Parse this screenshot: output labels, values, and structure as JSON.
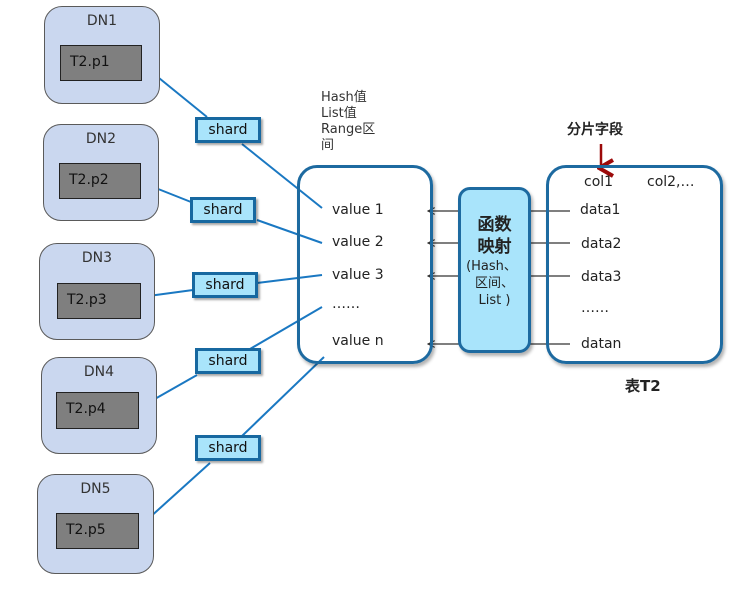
{
  "nodes": [
    {
      "title": "DN1",
      "partition": "T2.p1"
    },
    {
      "title": "DN2",
      "partition": "T2.p2"
    },
    {
      "title": "DN3",
      "partition": "T2.p3"
    },
    {
      "title": "DN4",
      "partition": "T2.p4"
    },
    {
      "title": "DN5",
      "partition": "T2.p5"
    }
  ],
  "shard_label": "shard",
  "value_hint": [
    "Hash值",
    "List值",
    "Range区",
    "间"
  ],
  "values": [
    "value 1",
    "value 2",
    "value 3",
    "……",
    "value n"
  ],
  "function_box": {
    "title_line1": "函数",
    "title_line2": "映射",
    "sub_line1": "(Hash、",
    "sub_line2": "区间、",
    "sub_line3": "List )"
  },
  "table": {
    "shard_key_label": "分片字段",
    "col1": "col1",
    "col2": "col2,…",
    "rows": [
      "data1",
      "data2",
      "data3",
      "……",
      "datan"
    ],
    "caption": "表T2"
  },
  "colors": {
    "node_fill": "#cad7ef",
    "partition_fill": "#7f7f7f",
    "shard_fill": "#a9e4fb",
    "accent_blue": "#1d6aa0",
    "line_blue": "#1a78c2",
    "arrow_red": "#9c0a0a"
  }
}
